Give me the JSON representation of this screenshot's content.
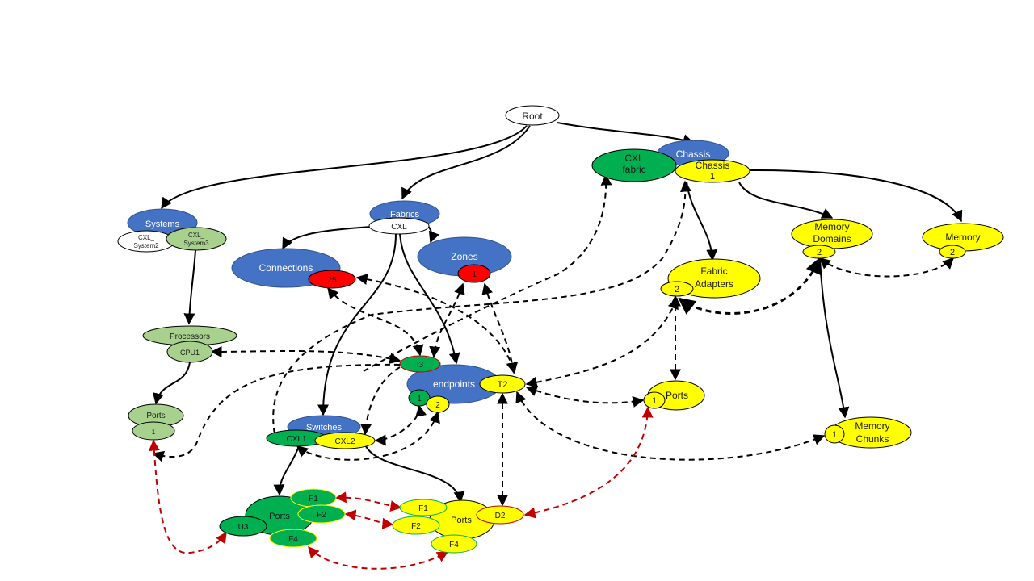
{
  "colors": {
    "blue": "#4472c4",
    "green_dark": "#00b050",
    "green_light": "#a9d18e",
    "yellow": "#ffff00",
    "red": "#ff0000",
    "white": "#ffffff",
    "edge_black": "#000000",
    "edge_red": "#c00000"
  },
  "nodes": {
    "root": "Root",
    "chassis": "Chassis",
    "cxl_fabric_line1": "CXL",
    "cxl_fabric_line2": "fabric",
    "chassis1_line1": "Chassis",
    "chassis1_line2": "1",
    "systems": "Systems",
    "cxl_system2_line1": "CXL_",
    "cxl_system2_line2": "System2",
    "cxl_system3_line1": "CXL_",
    "cxl_system3_line2": "System3",
    "fabrics": "Fabrics",
    "cxl": "CXL",
    "connections": "Connections",
    "connections_count": "25",
    "zones": "Zones",
    "zones_count": "1",
    "memory_domains_line1": "Memory",
    "memory_domains_line2": "Domains",
    "memory_domains_count": "2",
    "memory": "Memory",
    "memory_count": "2",
    "fabric_adapters_line1": "Fabric",
    "fabric_adapters_line2": "Adapters",
    "fabric_adapters_count": "2",
    "processors": "Processors",
    "cpu1": "CPU1",
    "i3": "I3",
    "endpoints": "endpoints",
    "t2": "T2",
    "ep_1": "1",
    "ep_2": "2",
    "ports_fabric": "Ports",
    "ports_fabric_count": "1",
    "ports_system": "Ports",
    "ports_system_count": "1",
    "switches": "Switches",
    "cxl1": "CXL1",
    "cxl2": "CXL2",
    "memory_chunks_line1": "Memory",
    "memory_chunks_line2": "Chunks",
    "memory_chunks_count": "1",
    "ports_cxl1": "Ports",
    "f1_green": "F1",
    "f2_green": "F2",
    "u3": "U3",
    "f4_green": "F4",
    "ports_cxl2": "Ports",
    "f1_yellow": "F1",
    "f2_yellow": "F2",
    "d2": "D2",
    "f4_yellow": "F4"
  }
}
